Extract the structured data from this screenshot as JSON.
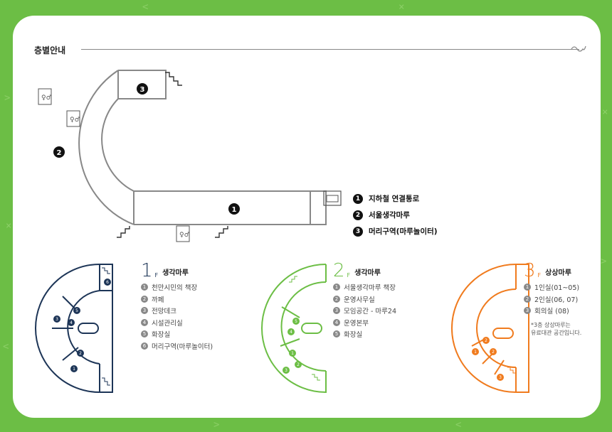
{
  "section_title": "층별안내",
  "main_map": {
    "markers": [
      "1",
      "2",
      "3"
    ],
    "legend": [
      {
        "num": "1",
        "label": "지하철 연결통로"
      },
      {
        "num": "2",
        "label": "서울생각마루"
      },
      {
        "num": "3",
        "label": "머리구역(마루놀이터)"
      }
    ]
  },
  "floors": [
    {
      "number": "1",
      "unit": "F",
      "title": "생각마루",
      "color": "#1d3557",
      "markers": [
        "1",
        "2",
        "3",
        "4",
        "5",
        "6"
      ],
      "items": [
        {
          "num": "1",
          "label": "천만시민의 책장"
        },
        {
          "num": "2",
          "label": "까페"
        },
        {
          "num": "3",
          "label": "전망데크"
        },
        {
          "num": "4",
          "label": "시설관리실"
        },
        {
          "num": "5",
          "label": "화장실"
        },
        {
          "num": "6",
          "label": "머리구역(마루놀이터)"
        }
      ]
    },
    {
      "number": "2",
      "unit": "F",
      "title": "생각마루",
      "color": "#6cbe45",
      "markers": [
        "1",
        "2",
        "3",
        "4",
        "5"
      ],
      "items": [
        {
          "num": "1",
          "label": "서울생각마루 책장"
        },
        {
          "num": "2",
          "label": "운영사무실"
        },
        {
          "num": "3",
          "label": "모임공간 - 마루24"
        },
        {
          "num": "4",
          "label": "운영본부"
        },
        {
          "num": "5",
          "label": "화장실"
        }
      ]
    },
    {
      "number": "3",
      "unit": "F",
      "title": "상상마루",
      "color": "#f07b1e",
      "markers": [
        "1",
        "2",
        "3"
      ],
      "items": [
        {
          "num": "1",
          "label": "1인실(01~05)"
        },
        {
          "num": "2",
          "label": "2인실(06, 07)"
        },
        {
          "num": "3",
          "label": "회의실 (08)"
        }
      ],
      "note_lines": [
        "*3층 상상마루는",
        "유료대관 공간입니다."
      ]
    }
  ]
}
